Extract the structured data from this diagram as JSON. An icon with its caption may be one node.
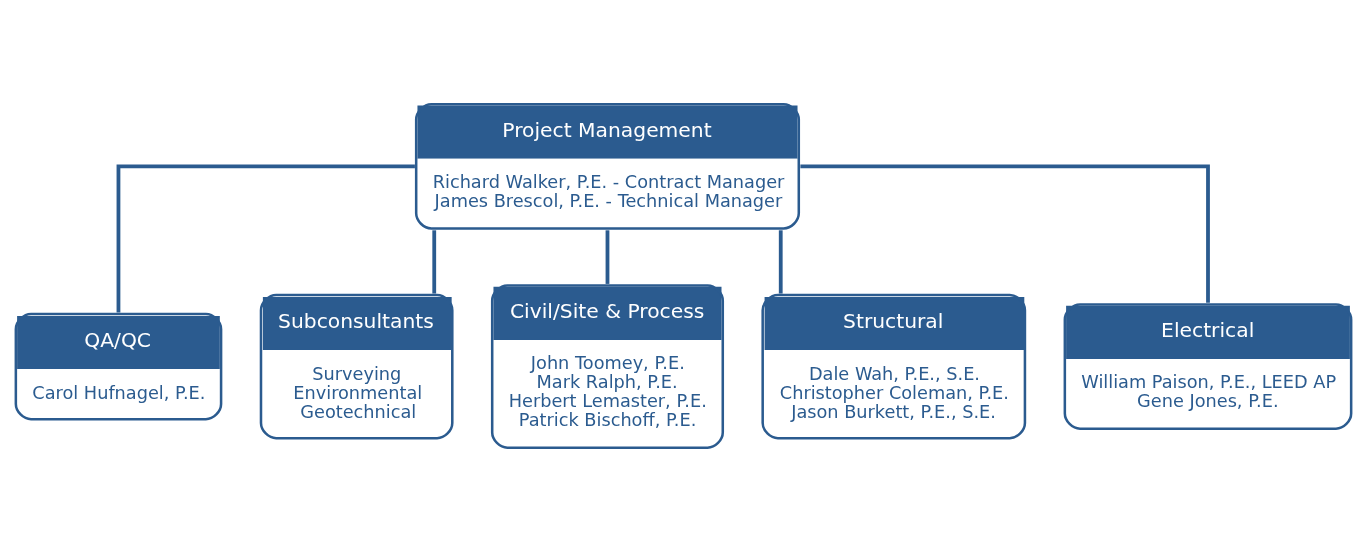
{
  "diagram": {
    "nodes": [
      {
        "text": [
          "Project Management",
          "Richard Walker, P.E. - Contract Manager",
          "James Brescol, P.E. - Technical Manager"
        ]
      },
      {
        "text": [
          "QA/QC",
          "Carol Hufnagel, P.E."
        ]
      },
      {
        "text": [
          "Subconsultants",
          "Surveying",
          "Environmental",
          "Geotechnical"
        ]
      },
      {
        "text": [
          "Civil/Site & Process",
          "John Toomey, P.E.",
          "Mark Ralph, P.E.",
          "Herbert Lemaster, P.E.",
          "Patrick Bischoff, P.E."
        ]
      },
      {
        "text": [
          "Structural",
          "Dale Wah, P.E., S.E.",
          "Christopher Coleman, P.E.",
          "Jason Burkett, P.E., S.E."
        ]
      },
      {
        "text": [
          "Electrical",
          "William Paison, P.E., LEED AP",
          "Gene Jones, P.E."
        ]
      }
    ],
    "edges": [
      {
        "from": 0,
        "to": 1,
        "arrow": "none"
      },
      {
        "from": 0,
        "to": 2,
        "arrow": "none"
      },
      {
        "from": 0,
        "to": 3,
        "arrow": "none"
      },
      {
        "from": 0,
        "to": 4,
        "arrow": "none"
      },
      {
        "from": 0,
        "to": 5,
        "arrow": "none"
      }
    ]
  }
}
